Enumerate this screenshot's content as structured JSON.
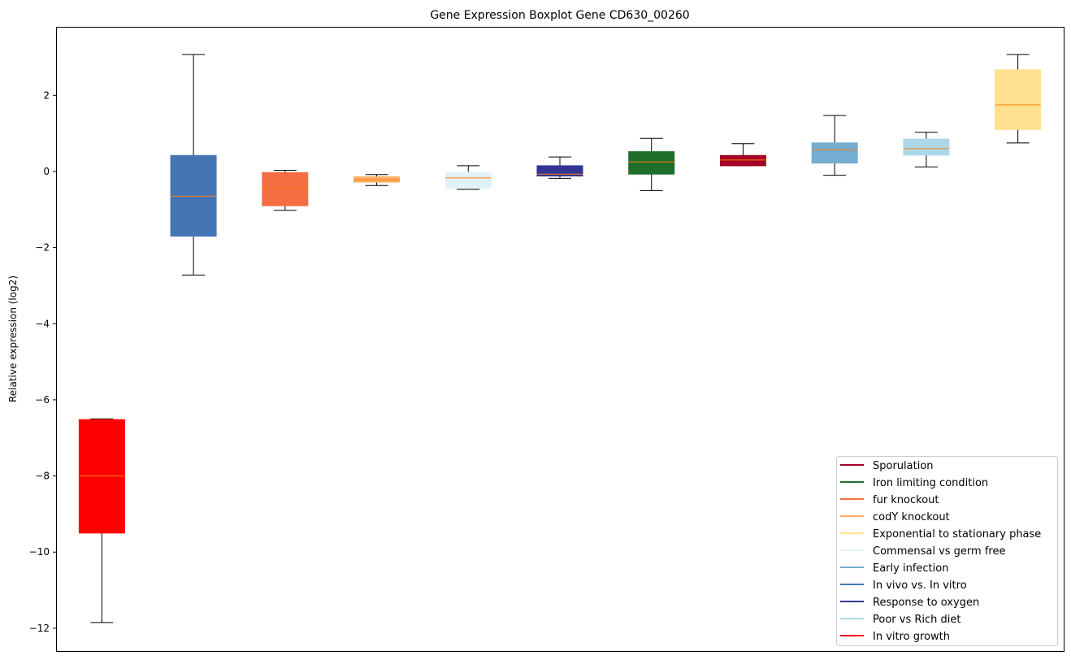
{
  "chart_data": {
    "type": "boxplot",
    "title": "Gene Expression Boxplot Gene CD630_00260",
    "xlabel": "",
    "ylabel": "Relative expression (log2)",
    "ylim": [
      -12.6,
      3.8
    ],
    "yticks": [
      2,
      0,
      -2,
      -4,
      -6,
      -8,
      -10,
      -12
    ],
    "ytick_labels": [
      "2",
      "0",
      "−2",
      "−4",
      "−6",
      "−8",
      "−10",
      "−12"
    ],
    "grid": false,
    "legend_position": "bottom-right",
    "median_color": "#ff7f0e",
    "boxes": [
      {
        "name": "In vitro growth",
        "color": "#ff0000",
        "whislo": -11.85,
        "q1": -9.5,
        "med": -8.0,
        "q3": -6.52,
        "whishi": -6.5
      },
      {
        "name": "In vivo vs. In vitro",
        "color": "#4575b4",
        "whislo": -2.72,
        "q1": -1.7,
        "med": -0.65,
        "q3": 0.42,
        "whishi": 3.07
      },
      {
        "name": "fur knockout",
        "color": "#f46d43",
        "whislo": -1.02,
        "q1": -0.9,
        "med": -0.42,
        "q3": -0.03,
        "whishi": 0.03
      },
      {
        "name": "codY knockout",
        "color": "#fdae61",
        "whislo": -0.37,
        "q1": -0.28,
        "med": -0.22,
        "q3": -0.14,
        "whishi": -0.08
      },
      {
        "name": "Commensal vs germ free",
        "color": "#e0f3f8",
        "whislo": -0.47,
        "q1": -0.45,
        "med": -0.17,
        "q3": -0.02,
        "whishi": 0.15
      },
      {
        "name": "Response to oxygen",
        "color": "#313695",
        "whislo": -0.18,
        "q1": -0.12,
        "med": -0.07,
        "q3": 0.15,
        "whishi": 0.38
      },
      {
        "name": "Iron limiting condition",
        "color": "#1f6e2c",
        "whislo": -0.5,
        "q1": -0.07,
        "med": 0.25,
        "q3": 0.52,
        "whishi": 0.87
      },
      {
        "name": "Sporulation",
        "color": "#a50026",
        "whislo": 0.15,
        "q1": 0.15,
        "med": 0.3,
        "q3": 0.42,
        "whishi": 0.73
      },
      {
        "name": "Early infection",
        "color": "#74add1",
        "whislo": -0.1,
        "q1": 0.22,
        "med": 0.57,
        "q3": 0.75,
        "whishi": 1.47
      },
      {
        "name": "Poor vs Rich diet",
        "color": "#abd9e9",
        "whislo": 0.12,
        "q1": 0.43,
        "med": 0.6,
        "q3": 0.85,
        "whishi": 1.03
      },
      {
        "name": "Exponential to stationary phase",
        "color": "#fee090",
        "whislo": 0.75,
        "q1": 1.1,
        "med": 1.75,
        "q3": 2.67,
        "whishi": 3.07
      }
    ],
    "legend": [
      {
        "label": "Sporulation",
        "color": "#a50026"
      },
      {
        "label": "Iron limiting condition",
        "color": "#1f6e2c"
      },
      {
        "label": "fur knockout",
        "color": "#f46d43"
      },
      {
        "label": "codY knockout",
        "color": "#fdae61"
      },
      {
        "label": "Exponential to stationary phase",
        "color": "#fee090"
      },
      {
        "label": "Commensal vs germ free",
        "color": "#e0f3f8"
      },
      {
        "label": "Early infection",
        "color": "#74add1"
      },
      {
        "label": "In vivo vs. In vitro",
        "color": "#4575b4"
      },
      {
        "label": "Response to oxygen",
        "color": "#313695"
      },
      {
        "label": "Poor vs Rich diet",
        "color": "#abd9e9"
      },
      {
        "label": "In vitro growth",
        "color": "#ff0000"
      }
    ]
  }
}
